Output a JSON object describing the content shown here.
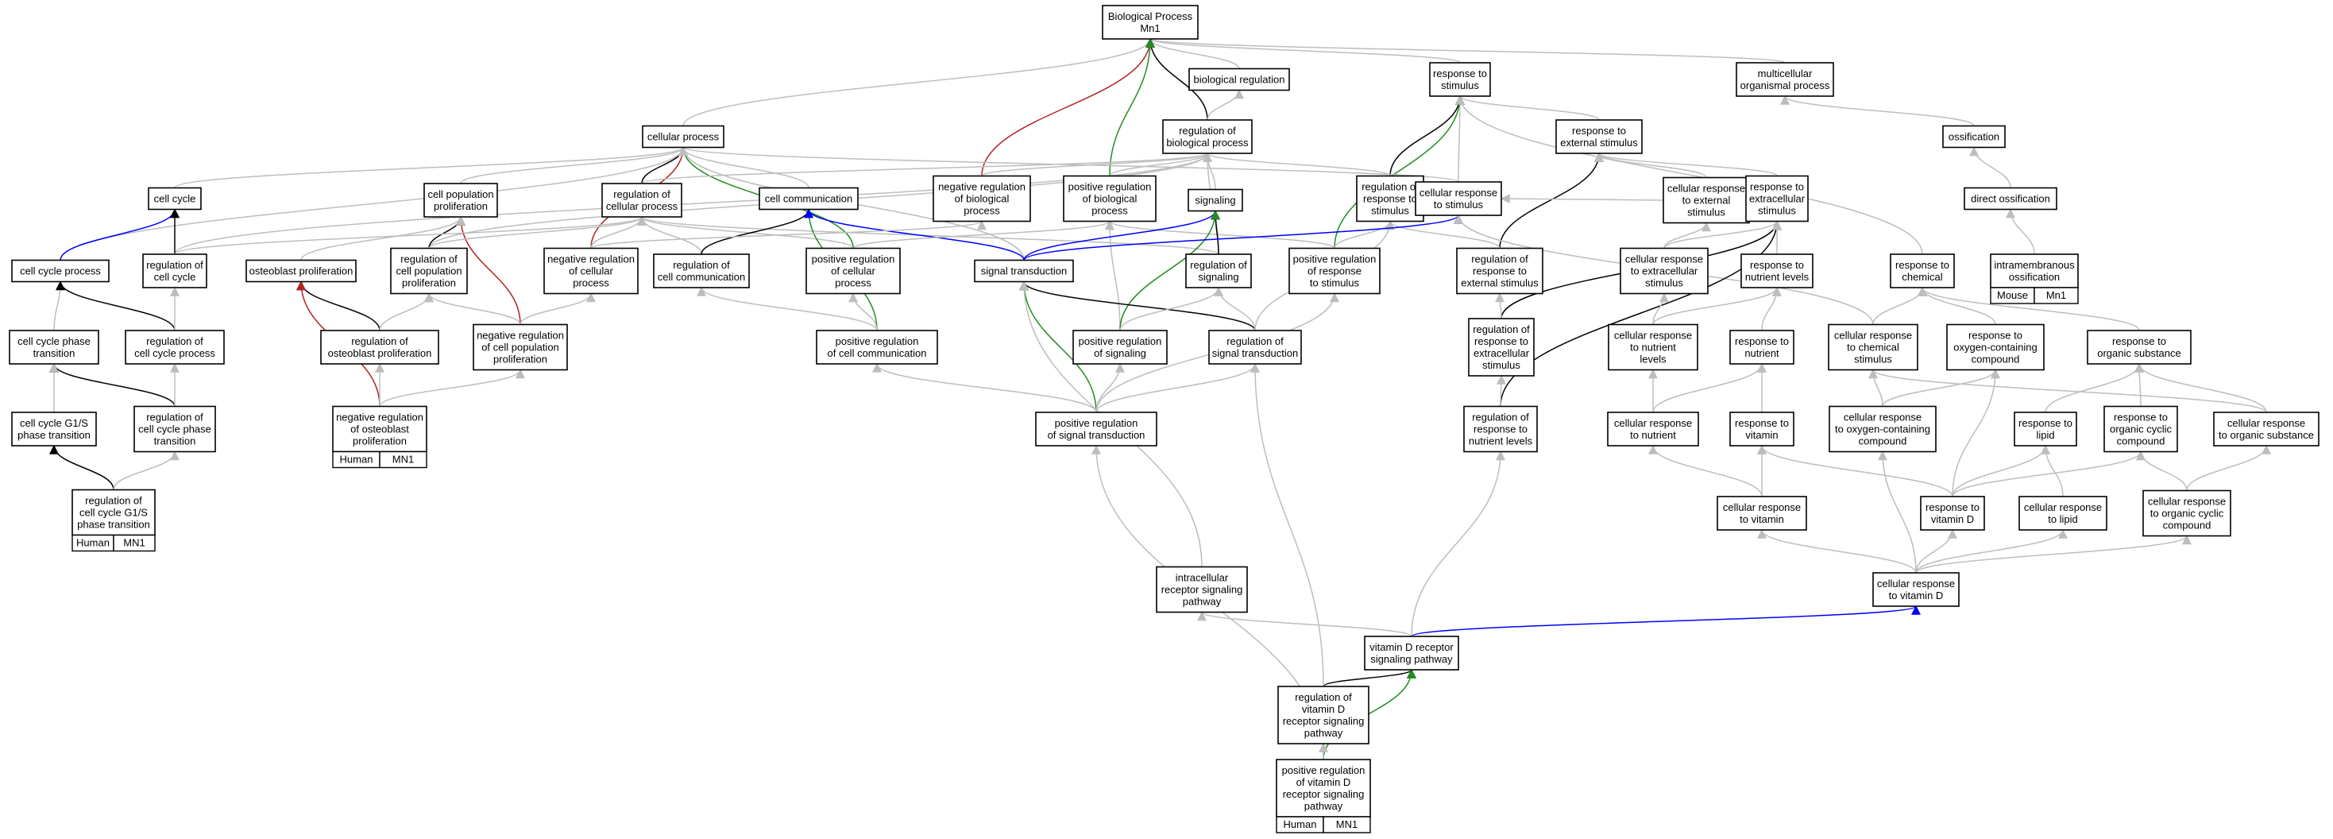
{
  "colors": {
    "default_edge": "#bdbdbd",
    "black_edge": "#000000",
    "red_edge": "#b22222",
    "green_edge": "#228b22",
    "blue_edge": "#0000ff",
    "human_badge": "#ef5a43",
    "mouse_badge": "#a7d3e6"
  },
  "nodes": [
    {
      "id": "bp",
      "lines": [
        "Biological Process",
        "Mn1"
      ]
    },
    {
      "id": "bioreg",
      "lines": [
        "biological regulation"
      ]
    },
    {
      "id": "rs",
      "lines": [
        "response to",
        "stimulus"
      ]
    },
    {
      "id": "multi",
      "lines": [
        "multicellular",
        "organismal process"
      ]
    },
    {
      "id": "cp",
      "lines": [
        "cellular process"
      ]
    },
    {
      "id": "regbp",
      "lines": [
        "regulation of",
        "biological process"
      ]
    },
    {
      "id": "rext",
      "lines": [
        "response to",
        "external stimulus"
      ]
    },
    {
      "id": "oss",
      "lines": [
        "ossification"
      ]
    },
    {
      "id": "cc",
      "lines": [
        "cell cycle"
      ]
    },
    {
      "id": "cpp",
      "lines": [
        "cell population",
        "proliferation"
      ]
    },
    {
      "id": "regcp",
      "lines": [
        "regulation of",
        "cellular process"
      ]
    },
    {
      "id": "ccom",
      "lines": [
        "cell communication"
      ]
    },
    {
      "id": "negbp",
      "lines": [
        "negative regulation",
        "of biological",
        "process"
      ]
    },
    {
      "id": "posbp",
      "lines": [
        "positive regulation",
        "of biological",
        "process"
      ]
    },
    {
      "id": "sig",
      "lines": [
        "signaling"
      ]
    },
    {
      "id": "regrs",
      "lines": [
        "regulation of",
        "response to",
        "stimulus"
      ]
    },
    {
      "id": "crs",
      "lines": [
        "cellular response",
        "to stimulus"
      ]
    },
    {
      "id": "crext",
      "lines": [
        "cellular response",
        "to external",
        "stimulus"
      ]
    },
    {
      "id": "rexc",
      "lines": [
        "response to",
        "extracellular",
        "stimulus"
      ]
    },
    {
      "id": "dirOss",
      "lines": [
        "direct ossification"
      ]
    },
    {
      "id": "ccp",
      "lines": [
        "cell cycle process"
      ]
    },
    {
      "id": "regcc",
      "lines": [
        "regulation of",
        "cell cycle"
      ]
    },
    {
      "id": "ostp",
      "lines": [
        "osteoblast proliferation"
      ]
    },
    {
      "id": "regcpp",
      "lines": [
        "regulation of",
        "cell population",
        "proliferation"
      ]
    },
    {
      "id": "negcp",
      "lines": [
        "negative regulation",
        "of cellular",
        "process"
      ]
    },
    {
      "id": "regccom",
      "lines": [
        "regulation of",
        "cell communication"
      ]
    },
    {
      "id": "poscp",
      "lines": [
        "positive regulation",
        "of cellular",
        "process"
      ]
    },
    {
      "id": "st",
      "lines": [
        "signal transduction"
      ]
    },
    {
      "id": "regsig",
      "lines": [
        "regulation of",
        "signaling"
      ]
    },
    {
      "id": "posrs",
      "lines": [
        "positive regulation",
        "of response",
        "to stimulus"
      ]
    },
    {
      "id": "regrext",
      "lines": [
        "regulation of",
        "response to",
        "external stimulus"
      ]
    },
    {
      "id": "crexc",
      "lines": [
        "cellular response",
        "to extracellular",
        "stimulus"
      ]
    },
    {
      "id": "rnl",
      "lines": [
        "response to",
        "nutrient levels"
      ]
    },
    {
      "id": "rchem",
      "lines": [
        "response to",
        "chemical"
      ]
    },
    {
      "id": "intra",
      "lines": [
        "intramembranous",
        "ossification"
      ],
      "badge": "mouse"
    },
    {
      "id": "ccpt",
      "lines": [
        "cell cycle phase",
        "transition"
      ]
    },
    {
      "id": "regccp",
      "lines": [
        "regulation of",
        "cell cycle process"
      ]
    },
    {
      "id": "regostp",
      "lines": [
        "regulation of",
        "osteoblast proliferation"
      ]
    },
    {
      "id": "negcpp",
      "lines": [
        "negative regulation",
        "of cell population",
        "proliferation"
      ]
    },
    {
      "id": "posccom",
      "lines": [
        "positive regulation",
        "of cell communication"
      ]
    },
    {
      "id": "possig",
      "lines": [
        "positive regulation",
        "of signaling"
      ]
    },
    {
      "id": "regst",
      "lines": [
        "regulation of",
        "signal transduction"
      ]
    },
    {
      "id": "regrexc",
      "lines": [
        "regulation of",
        "response to",
        "extracellular",
        "stimulus"
      ]
    },
    {
      "id": "crnl",
      "lines": [
        "cellular response",
        "to nutrient",
        "levels"
      ]
    },
    {
      "id": "rnut",
      "lines": [
        "response to",
        "nutrient"
      ]
    },
    {
      "id": "crchem",
      "lines": [
        "cellular response",
        "to chemical",
        "stimulus"
      ]
    },
    {
      "id": "roxy",
      "lines": [
        "response to",
        "oxygen-containing",
        "compound"
      ]
    },
    {
      "id": "rorg",
      "lines": [
        "response to",
        "organic substance"
      ]
    },
    {
      "id": "ccg1s",
      "lines": [
        "cell cycle G1/S",
        "phase transition"
      ]
    },
    {
      "id": "regccpt",
      "lines": [
        "regulation of",
        "cell cycle phase",
        "transition"
      ]
    },
    {
      "id": "negostp",
      "lines": [
        "negative regulation",
        "of osteoblast",
        "proliferation"
      ],
      "badge": "human"
    },
    {
      "id": "posst",
      "lines": [
        "positive regulation",
        "of signal transduction"
      ]
    },
    {
      "id": "regrnl",
      "lines": [
        "regulation of",
        "response to",
        "nutrient levels"
      ]
    },
    {
      "id": "crnut",
      "lines": [
        "cellular response",
        "to nutrient"
      ]
    },
    {
      "id": "rvit",
      "lines": [
        "response to",
        "vitamin"
      ]
    },
    {
      "id": "croxy",
      "lines": [
        "cellular response",
        "to oxygen-containing",
        "compound"
      ]
    },
    {
      "id": "rlip",
      "lines": [
        "response to",
        "lipid"
      ]
    },
    {
      "id": "rocc",
      "lines": [
        "response to",
        "organic cyclic",
        "compound"
      ]
    },
    {
      "id": "crorg",
      "lines": [
        "cellular response",
        "to organic substance"
      ]
    },
    {
      "id": "regccg1s",
      "lines": [
        "regulation of",
        "cell cycle G1/S",
        "phase transition"
      ],
      "badge": "human"
    },
    {
      "id": "crvit",
      "lines": [
        "cellular response",
        "to vitamin"
      ]
    },
    {
      "id": "rvd",
      "lines": [
        "response to",
        "vitamin D"
      ]
    },
    {
      "id": "crlip",
      "lines": [
        "cellular response",
        "to lipid"
      ]
    },
    {
      "id": "crocc",
      "lines": [
        "cellular response",
        "to organic cyclic",
        "compound"
      ]
    },
    {
      "id": "irsp",
      "lines": [
        "intracellular",
        "receptor signaling",
        "pathway"
      ]
    },
    {
      "id": "crvd",
      "lines": [
        "cellular response",
        "to vitamin D"
      ]
    },
    {
      "id": "vdr",
      "lines": [
        "vitamin D receptor",
        "signaling pathway"
      ]
    },
    {
      "id": "regvdr",
      "lines": [
        "regulation of",
        "vitamin D",
        "receptor signaling",
        "pathway"
      ]
    },
    {
      "id": "posvdr",
      "lines": [
        "positive regulation",
        "of vitamin D",
        "receptor signaling",
        "pathway"
      ],
      "badge": "human"
    }
  ],
  "badges": {
    "human": [
      "Human",
      "MN1"
    ],
    "mouse": [
      "Mouse",
      "Mn1"
    ]
  },
  "edges": [
    [
      "cp",
      "bp",
      "gray"
    ],
    [
      "bioreg",
      "bp",
      "gray"
    ],
    [
      "rs",
      "bp",
      "gray"
    ],
    [
      "multi",
      "bp",
      "gray"
    ],
    [
      "regbp",
      "bp",
      "black"
    ],
    [
      "negbp",
      "bp",
      "red"
    ],
    [
      "posbp",
      "bp",
      "green"
    ],
    [
      "regbp",
      "bioreg",
      "gray"
    ],
    [
      "oss",
      "multi",
      "gray"
    ],
    [
      "rext",
      "rs",
      "gray"
    ],
    [
      "crs",
      "rs",
      "gray"
    ],
    [
      "regrs",
      "rs",
      "black"
    ],
    [
      "posrs",
      "rs",
      "green"
    ],
    [
      "rchem",
      "rs",
      "gray"
    ],
    [
      "cc",
      "cp",
      "gray"
    ],
    [
      "cpp",
      "cp",
      "gray"
    ],
    [
      "regcp",
      "cp",
      "black"
    ],
    [
      "negcp",
      "cp",
      "red"
    ],
    [
      "poscp",
      "cp",
      "green"
    ],
    [
      "ccom",
      "cp",
      "gray"
    ],
    [
      "crs",
      "cp",
      "gray"
    ],
    [
      "ccp",
      "cp",
      "gray"
    ],
    [
      "st",
      "cp",
      "gray"
    ],
    [
      "regcp",
      "regbp",
      "gray"
    ],
    [
      "negbp",
      "regbp",
      "gray"
    ],
    [
      "posbp",
      "regbp",
      "gray"
    ],
    [
      "sig",
      "regbp",
      "gray"
    ],
    [
      "regrs",
      "regbp",
      "gray"
    ],
    [
      "regsig",
      "regbp",
      "gray"
    ],
    [
      "regcpp",
      "regbp",
      "gray"
    ],
    [
      "regcc",
      "regbp",
      "gray"
    ],
    [
      "regrext",
      "rext",
      "black"
    ],
    [
      "crext",
      "rext",
      "gray"
    ],
    [
      "rexc",
      "rext",
      "gray"
    ],
    [
      "dirOss",
      "oss",
      "gray"
    ],
    [
      "intra",
      "dirOss",
      "gray"
    ],
    [
      "ccp",
      "cc",
      "blue"
    ],
    [
      "regcc",
      "cc",
      "black"
    ],
    [
      "regcpp",
      "cpp",
      "black"
    ],
    [
      "negcpp",
      "cpp",
      "red"
    ],
    [
      "ostp",
      "cpp",
      "gray"
    ],
    [
      "regcc",
      "regcp",
      "gray"
    ],
    [
      "negcp",
      "regcp",
      "gray"
    ],
    [
      "poscp",
      "regcp",
      "gray"
    ],
    [
      "regccom",
      "regcp",
      "gray"
    ],
    [
      "regcpp",
      "regcp",
      "gray"
    ],
    [
      "regsig",
      "regcp",
      "gray"
    ],
    [
      "regccom",
      "ccom",
      "black"
    ],
    [
      "posccom",
      "ccom",
      "green"
    ],
    [
      "st",
      "ccom",
      "blue"
    ],
    [
      "negcp",
      "negbp",
      "gray"
    ],
    [
      "poscp",
      "posbp",
      "gray"
    ],
    [
      "possig",
      "posbp",
      "gray"
    ],
    [
      "posrs",
      "posbp",
      "gray"
    ],
    [
      "st",
      "sig",
      "blue"
    ],
    [
      "regsig",
      "sig",
      "black"
    ],
    [
      "possig",
      "sig",
      "green"
    ],
    [
      "posrs",
      "regrs",
      "gray"
    ],
    [
      "regrext",
      "regrs",
      "gray"
    ],
    [
      "regst",
      "regrs",
      "gray"
    ],
    [
      "st",
      "crs",
      "blue"
    ],
    [
      "crext",
      "crs",
      "gray"
    ],
    [
      "crchem",
      "crs",
      "gray"
    ],
    [
      "crext",
      "crext",
      "none"
    ],
    [
      "regrexc",
      "rexc",
      "black"
    ],
    [
      "regrnl",
      "rexc",
      "black"
    ],
    [
      "crexc",
      "rexc",
      "gray"
    ],
    [
      "rnl",
      "rexc",
      "gray"
    ],
    [
      "crexc",
      "crext",
      "gray"
    ],
    [
      "crexc",
      "crext",
      "none"
    ],
    [
      "ccpt",
      "ccp",
      "gray"
    ],
    [
      "regccp",
      "ccp",
      "black"
    ],
    [
      "regccp",
      "regcc",
      "gray"
    ],
    [
      "regostp",
      "ostp",
      "black"
    ],
    [
      "negostp",
      "ostp",
      "red"
    ],
    [
      "regostp",
      "regcpp",
      "gray"
    ],
    [
      "negcpp",
      "regcpp",
      "gray"
    ],
    [
      "negcpp",
      "negcp",
      "gray"
    ],
    [
      "posccom",
      "regccom",
      "gray"
    ],
    [
      "posccom",
      "poscp",
      "gray"
    ],
    [
      "regst",
      "st",
      "black"
    ],
    [
      "posst",
      "st",
      "green"
    ],
    [
      "possig",
      "regsig",
      "gray"
    ],
    [
      "regst",
      "regsig",
      "gray"
    ],
    [
      "posst",
      "posrs",
      "gray"
    ],
    [
      "regrexc",
      "regrext",
      "gray"
    ],
    [
      "regrnl",
      "regrexc",
      "gray"
    ],
    [
      "crnl",
      "crexc",
      "gray"
    ],
    [
      "crnl",
      "rnl",
      "gray"
    ],
    [
      "rnut",
      "rnl",
      "gray"
    ],
    [
      "crchem",
      "rchem",
      "gray"
    ],
    [
      "roxy",
      "rchem",
      "gray"
    ],
    [
      "rorg",
      "rchem",
      "gray"
    ],
    [
      "regccpt",
      "ccpt",
      "black"
    ],
    [
      "ccg1s",
      "ccpt",
      "gray"
    ],
    [
      "regccpt",
      "regccp",
      "gray"
    ],
    [
      "negostp",
      "regostp",
      "gray"
    ],
    [
      "negostp",
      "negcpp",
      "gray"
    ],
    [
      "posst",
      "posccom",
      "gray"
    ],
    [
      "posst",
      "possig",
      "gray"
    ],
    [
      "posst",
      "regst",
      "gray"
    ],
    [
      "crnut",
      "crnl",
      "gray"
    ],
    [
      "crnut",
      "rnut",
      "gray"
    ],
    [
      "rvit",
      "rnut",
      "gray"
    ],
    [
      "croxy",
      "crchem",
      "gray"
    ],
    [
      "crorg",
      "crchem",
      "gray"
    ],
    [
      "croxy",
      "roxy",
      "gray"
    ],
    [
      "crorg",
      "rorg",
      "gray"
    ],
    [
      "rlip",
      "rorg",
      "gray"
    ],
    [
      "rocc",
      "rorg",
      "gray"
    ],
    [
      "regccg1s",
      "ccg1s",
      "black"
    ],
    [
      "regccg1s",
      "regccpt",
      "gray"
    ],
    [
      "crvit",
      "crnut",
      "gray"
    ],
    [
      "crvit",
      "rvit",
      "gray"
    ],
    [
      "rvd",
      "rvit",
      "gray"
    ],
    [
      "rvd",
      "rlip",
      "gray"
    ],
    [
      "rvd",
      "roxy",
      "gray"
    ],
    [
      "rvd",
      "rocc",
      "gray"
    ],
    [
      "crlip",
      "rlip",
      "gray"
    ],
    [
      "crocc",
      "rocc",
      "gray"
    ],
    [
      "crorg",
      "crorg",
      "none"
    ],
    [
      "crvd",
      "crvit",
      "gray"
    ],
    [
      "crvd",
      "rvd",
      "gray"
    ],
    [
      "crvd",
      "croxy",
      "gray"
    ],
    [
      "crvd",
      "crlip",
      "gray"
    ],
    [
      "crvd",
      "crocc",
      "gray"
    ],
    [
      "crocc",
      "crorg",
      "gray"
    ],
    [
      "irsp",
      "st",
      "gray"
    ],
    [
      "vdr",
      "irsp",
      "gray"
    ],
    [
      "vdr",
      "crvd",
      "blue"
    ],
    [
      "vdr",
      "regrnl",
      "gray"
    ],
    [
      "regvdr",
      "vdr",
      "black"
    ],
    [
      "regvdr",
      "regst",
      "gray"
    ],
    [
      "posvdr",
      "vdr",
      "green"
    ],
    [
      "posvdr",
      "regvdr",
      "gray"
    ],
    [
      "posvdr",
      "posst",
      "gray"
    ]
  ]
}
